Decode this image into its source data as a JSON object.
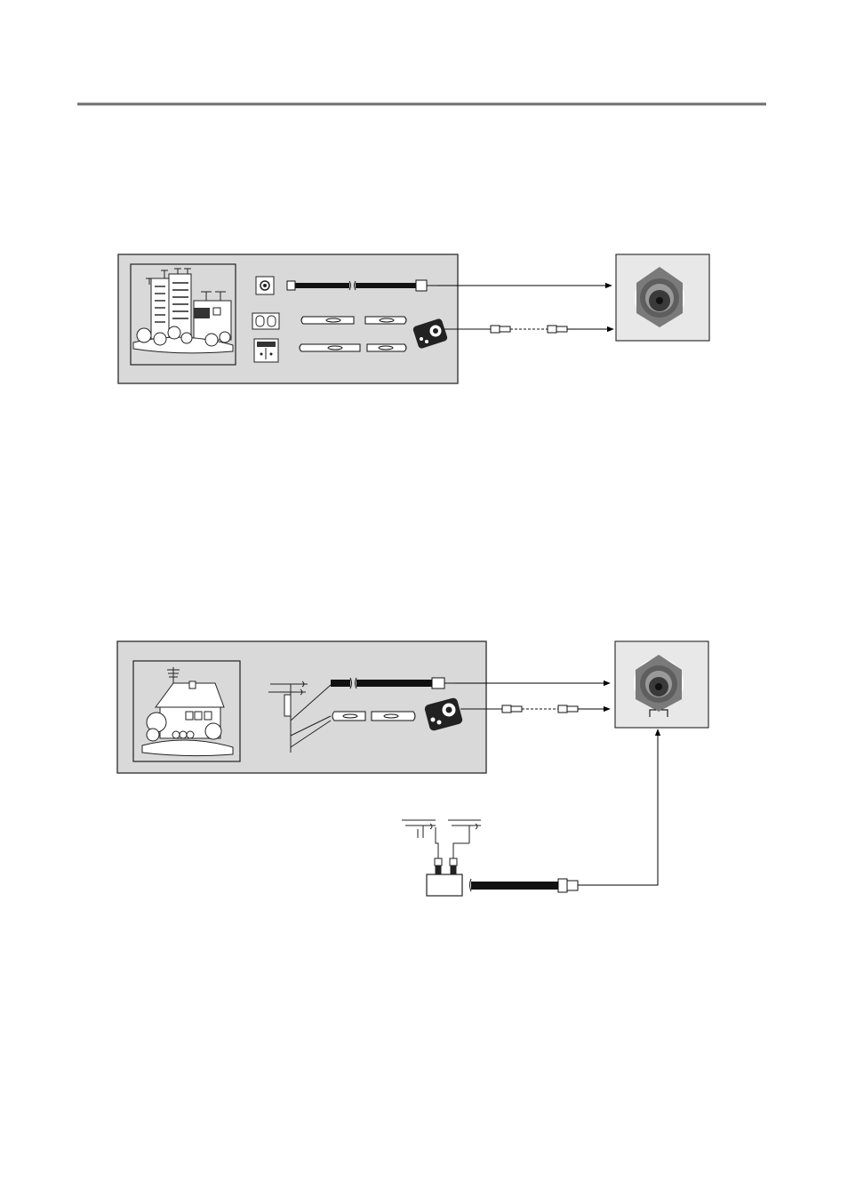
{
  "page": {
    "background": "#ffffff",
    "rule_color": "#6e6e6e"
  },
  "colors": {
    "panel_fill": "#d9d9d9",
    "panel_stroke": "#444444",
    "line": "#000000",
    "cable_dark": "#111111",
    "cable_light": "#ffffff",
    "socket_outer": "#5e5e5e",
    "socket_mid": "#9a9a9a",
    "socket_inner": "#3a3a3a"
  },
  "diagrams": [
    {
      "id": "apartment",
      "scene_icon": "apartment-buildings-icon",
      "wall_outlets": [
        "coax-wall-outlet-icon",
        "twin-lead-wall-outlet-icon",
        "dual-terminal-wall-outlet-icon"
      ],
      "connections": [
        "coax-cable",
        "twin-lead-to-adapter",
        "adapter-to-tv"
      ],
      "target": "tv-antenna-input-socket-icon"
    },
    {
      "id": "house",
      "scene_icon": "house-with-antenna-icon",
      "connections": [
        "vhf-coax-cable",
        "uhf-twin-lead-to-adapter",
        "adapter-to-tv"
      ],
      "target": "tv-antenna-input-socket-icon",
      "target_sub_icon": "antenna-terminal-symbol-icon",
      "combiner": {
        "icon": "signal-combiner-icon",
        "antennas": [
          "vhf-antenna-icon",
          "uhf-antenna-icon"
        ],
        "output": "coax-cable-to-tv"
      }
    }
  ]
}
